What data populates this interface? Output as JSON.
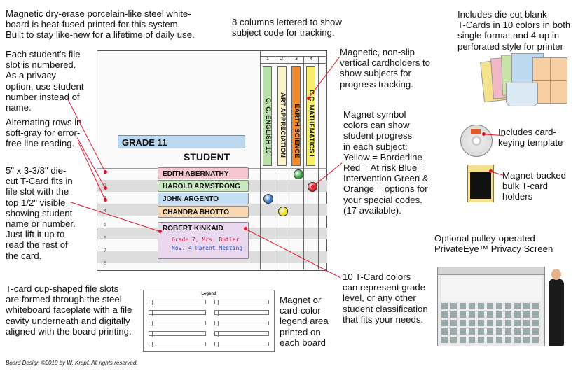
{
  "captions": {
    "whiteboard": "Magnetic dry-erase porcelain-like steel white-\nboard is heat-fused printed for this system.\nBuilt to stay like-new for a lifetime of daily use.",
    "columns": "8 columns lettered to show\nsubject code for tracking.",
    "die_cut": "Includes die-cut blank\nT-Cards in 10 colors in both\nsingle format and 4-up in\nperforated style for printer",
    "numbered": "Each student's file\nslot is numbered.\n   As a privacy\noption, use student\nnumber instead of\nname.",
    "cardholders": "Magnetic, non-slip\nvertical cardholders to\nshow subjects for\nprogress tracking.",
    "keying": "Includes card-\nkeying template",
    "alternating": "Alternating rows in\nsoft-gray for error-\nfree line reading.",
    "magnet_colors": "Magnet symbol\ncolors can show\nstudent progress\nin each subject:\nYellow = Borderline\nRed = At risk Blue =\nIntervention Green &\nOrange = options for\nyour special codes.\n(17 available).",
    "bulk": "Magnet-backed\nbulk T-card\nholders",
    "tcard_size": "5\" x 3-3/8\" die-\ncut T-Card fits in\nfile slot with the\ntop 1/2\" visible\nshowing student\nname or number.\nJust lift it up to\nread the rest of\nthe card.",
    "privacy_screen": "Optional pulley-operated\nPrivateEye™ Privacy Screen",
    "tcard_colors": "10 T-Card colors\ncan represent grade\nlevel, or any other\nstudent classification\nthat fits your needs.",
    "cup_slots": "T-card cup-shaped  file slots\nare formed through the steel\nwhiteboard faceplate with a file\ncavity underneath and digitally\naligned with the board printing.",
    "legend_note": "Magnet or\ncard-color\nlegend area\nprinted  on\neach board",
    "footer": "Board Design ©2010 by W. Krapf. All rights reserved."
  },
  "board": {
    "grade": "GRADE 11",
    "student_header": "STUDENT",
    "column_numbers": [
      "1",
      "2",
      "3",
      "4"
    ],
    "subjects": [
      "C. C. ENGLISH  10",
      "ART APPRECIATION",
      "EARTH SCIENCE",
      "C.C. MATHEMATICS I"
    ],
    "subject_colors": [
      "#b9e0a8",
      "#fbf2c8",
      "#f58a2a",
      "#f7ef6a"
    ],
    "row_numbers": [
      "1",
      "2",
      "3",
      "4",
      "5",
      "6",
      "7",
      "8"
    ],
    "students": [
      {
        "name": "EDITH ABERNATHY",
        "color": "#f7c7d1"
      },
      {
        "name": "HAROLD ARMSTRONG",
        "color": "#c9e8c2"
      },
      {
        "name": "JOHN ARGENTO",
        "color": "#c4dff4"
      },
      {
        "name": "CHANDRA BHOTTO",
        "color": "#f7d8b2"
      },
      {
        "name": "ROBERT KINKAID",
        "color": "#ead8ee"
      }
    ],
    "card_notes": [
      "Grade 7, Mrs. Butler",
      "Nov. 4 Parent Meeting"
    ],
    "magnets": [
      {
        "color": "green",
        "hex": "#2e9e3a"
      },
      {
        "color": "red",
        "hex": "#d81f26"
      },
      {
        "color": "blue",
        "hex": "#2a6fc4"
      },
      {
        "color": "yellow",
        "hex": "#f2e21a"
      }
    ]
  },
  "legend": {
    "title": "Legend"
  },
  "accent_color": "#e0152c"
}
